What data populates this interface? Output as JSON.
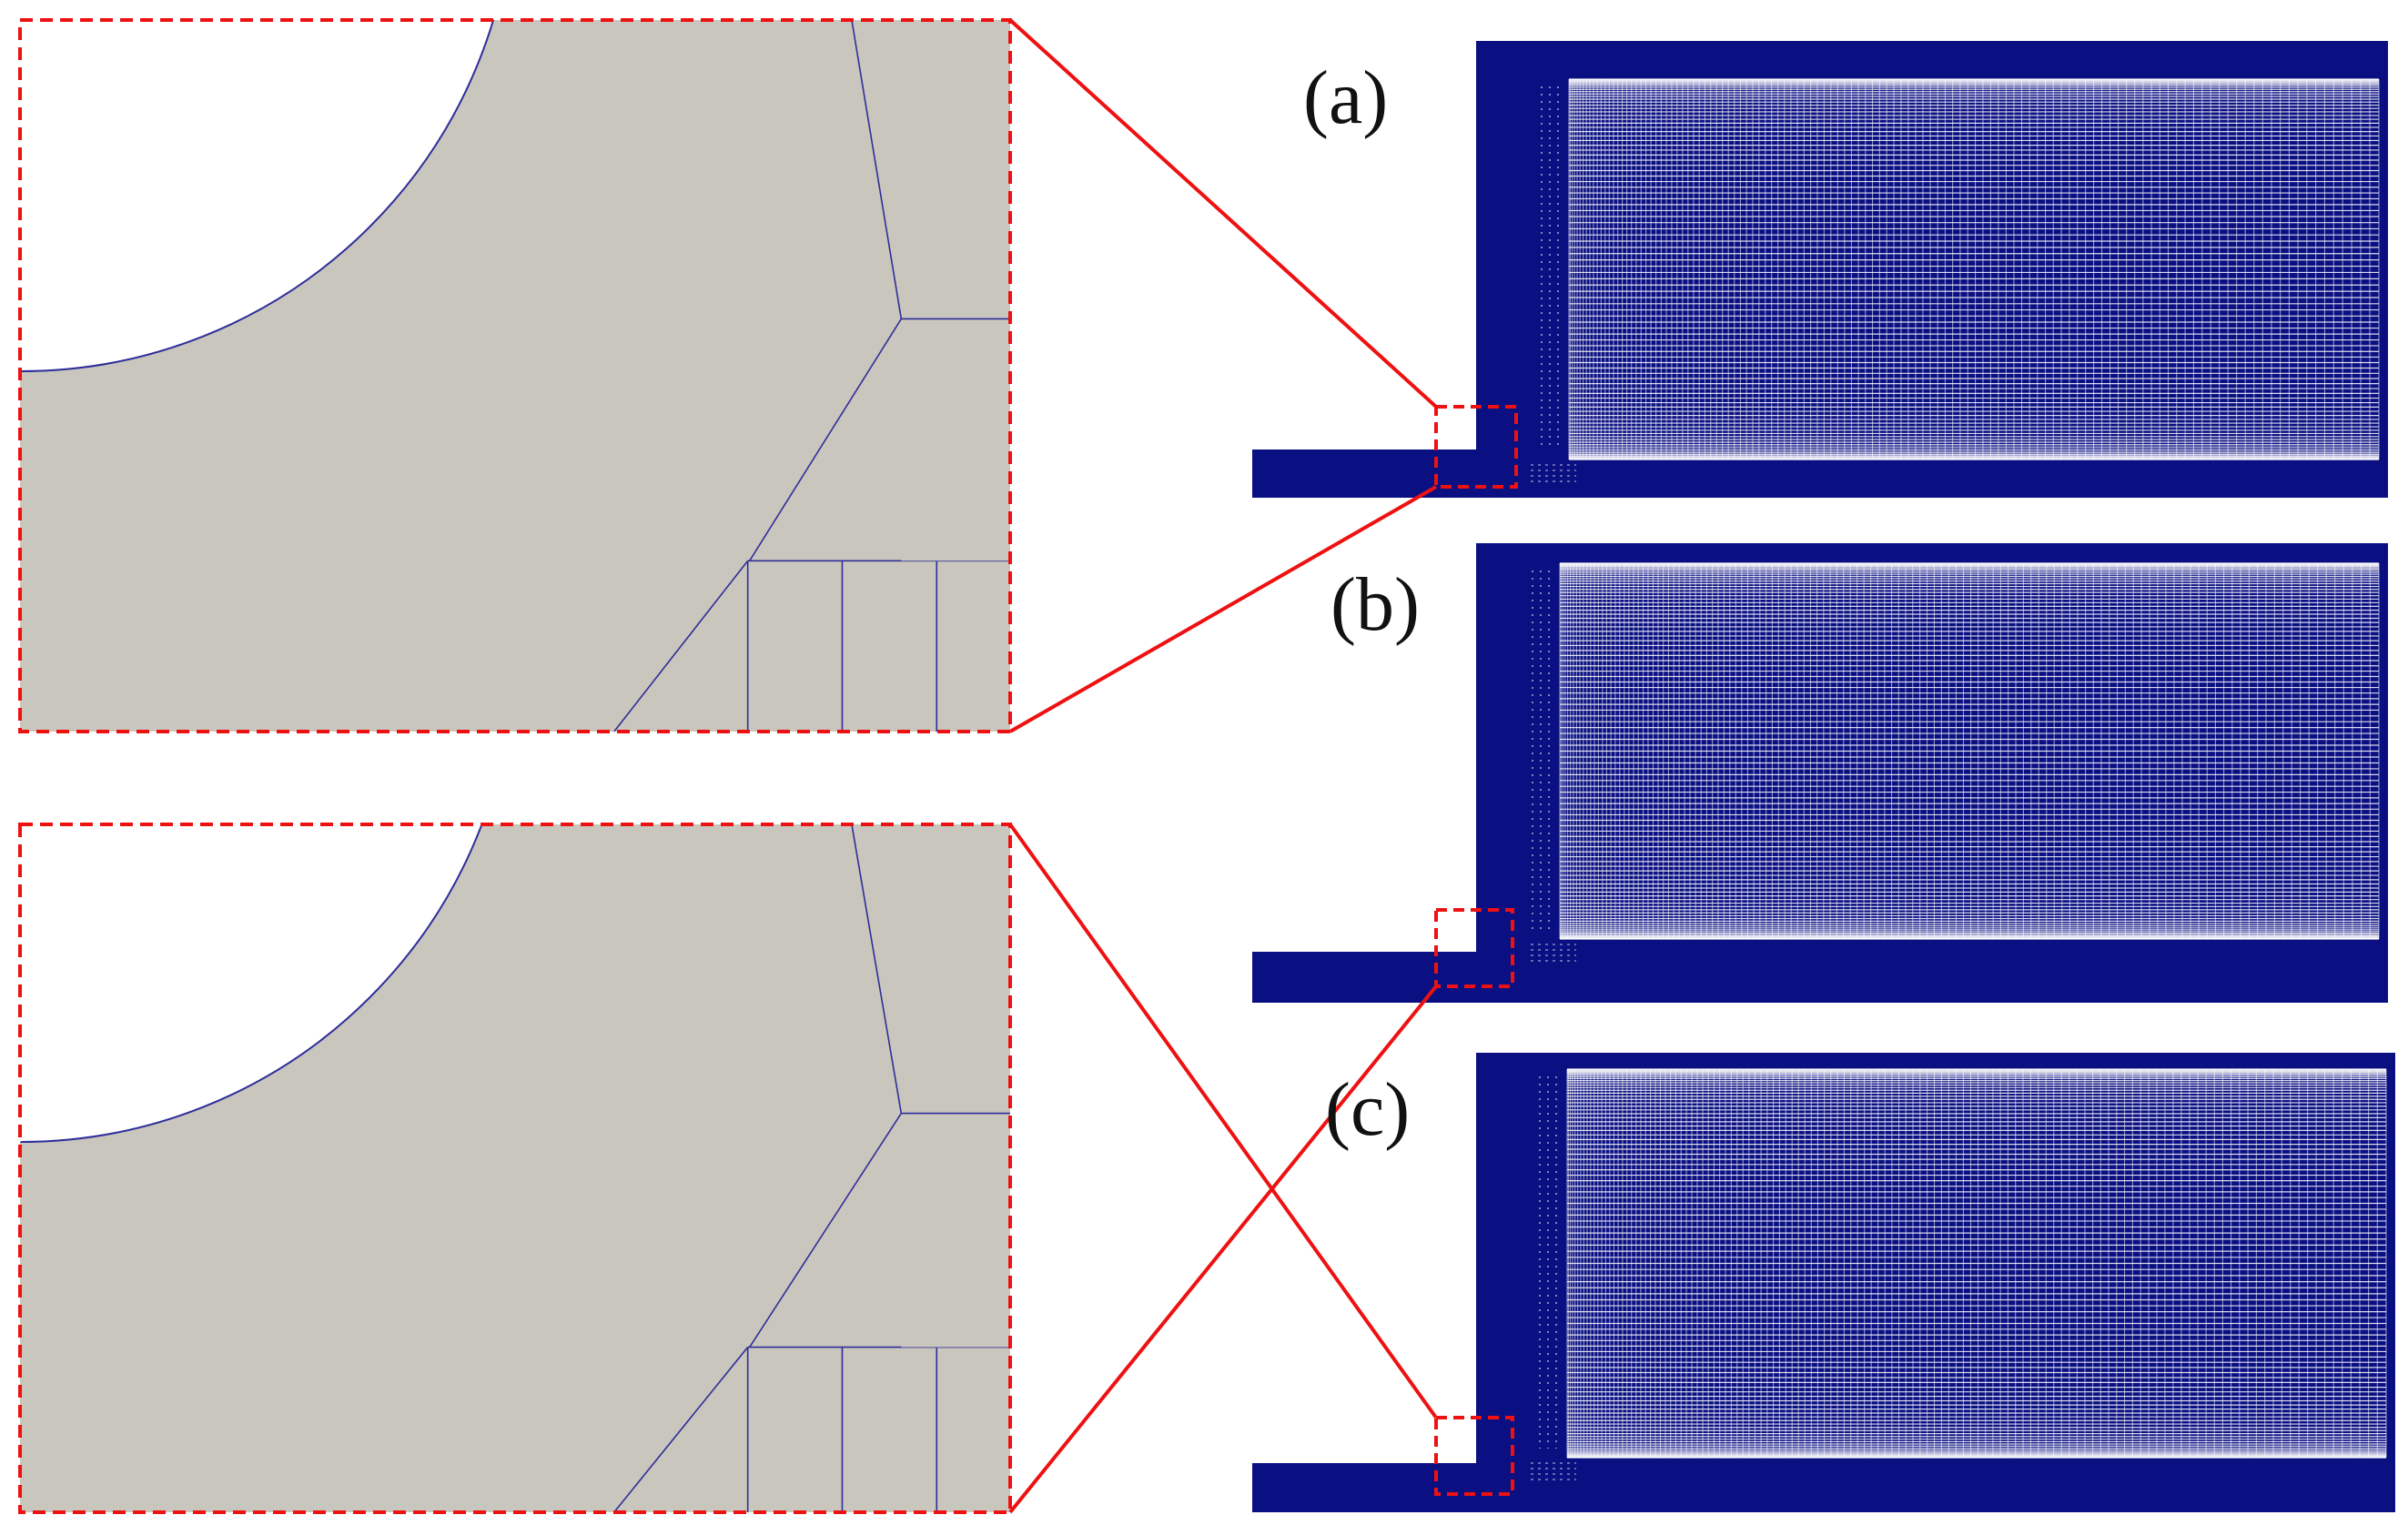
{
  "labels": {
    "a": "(a)",
    "b": "(b)",
    "c": "(c)"
  },
  "colors": {
    "mesh_fill": "#0a0f82",
    "mesh_gap": "#ffffff",
    "zoom_background": "#c9c6bd",
    "zoom_line": "#2e2e9a",
    "callout": "#ee1111",
    "background": "#ffffff"
  }
}
